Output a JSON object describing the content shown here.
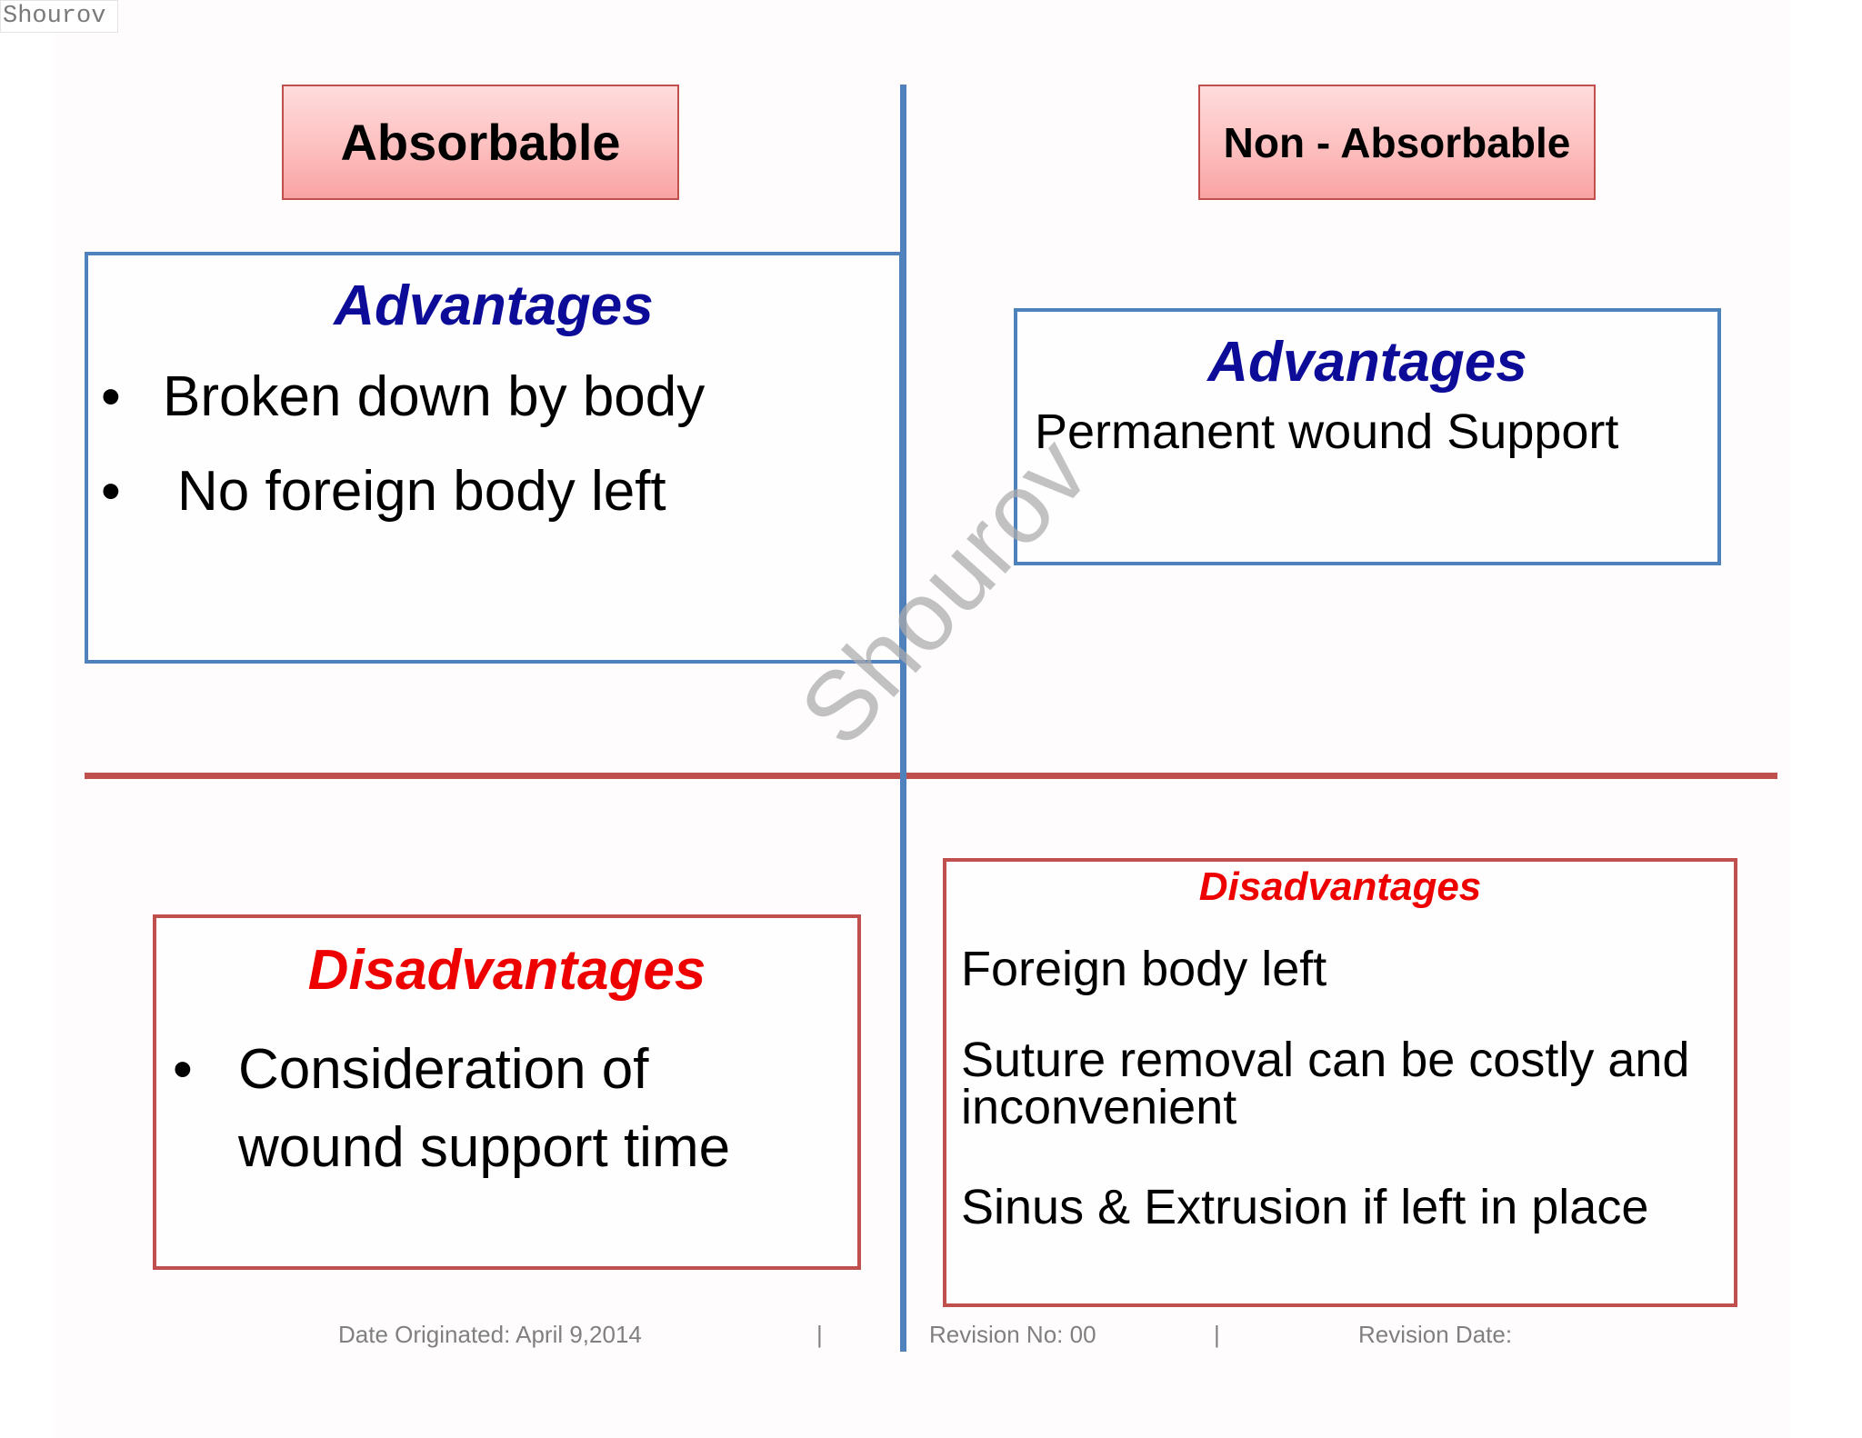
{
  "corner_label": "Shourov",
  "watermark": "Shourov",
  "columns": {
    "left": {
      "category": "Absorbable",
      "advantages": {
        "title": "Advantages",
        "items": [
          "Broken down by body",
          "No foreign body left"
        ]
      },
      "disadvantages": {
        "title": "Disadvantages",
        "items": [
          "Consideration of wound support time"
        ]
      }
    },
    "right": {
      "category": "Non - Absorbable",
      "advantages": {
        "title": "Advantages",
        "items": [
          "Permanent wound Support"
        ]
      },
      "disadvantages": {
        "title": "Disadvantages",
        "items": [
          "Foreign body left",
          "Suture removal can be costly and inconvenient",
          "Sinus & Extrusion if left in place"
        ]
      }
    }
  },
  "bullet_glyph": "•",
  "footer": {
    "date_originated": "Date Originated: April 9,2014",
    "separator": "|",
    "revision_no": "Revision No: 00",
    "revision_date": "Revision Date:"
  },
  "colors": {
    "divider_vertical": "#4f81bd",
    "divider_horizontal": "#c0504d",
    "advantages_title": "#0c0c99",
    "disadvantages_title": "#ee0000",
    "advantages_border": "#4f81bd",
    "disadvantages_border": "#c0504d",
    "category_fill": "#fdbfbf",
    "footer_text": "#808080"
  }
}
